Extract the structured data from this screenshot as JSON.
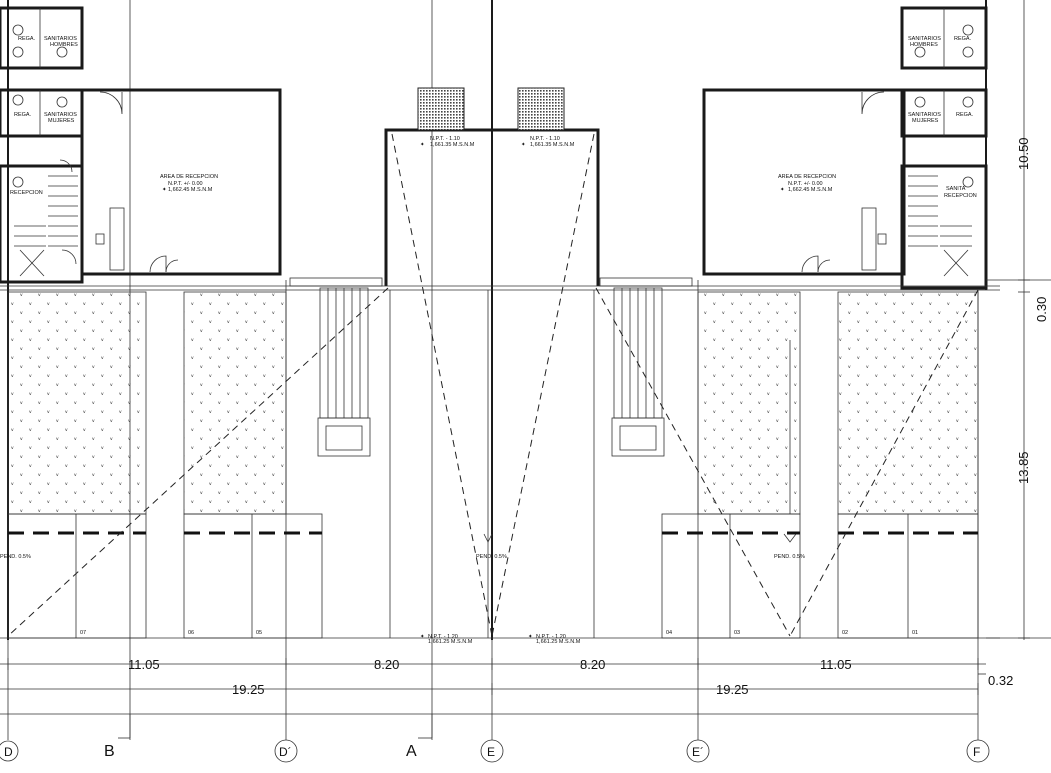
{
  "rooms": {
    "reception_left": {
      "title": "AREA DE RECEPCION",
      "level": "N.P.T. +/- 0.00",
      "elevation": "1,662.45 M.S.N.M"
    },
    "reception_right": {
      "title": "AREA DE RECEPCION",
      "level": "N.P.T. +/- 0.00",
      "elevation": "1,662.45 M.S.N.M"
    }
  },
  "sanitary_labels": {
    "top_left_a": "REGA.",
    "top_left_b": "SANITARIOS",
    "top_left_c": "HOMBRES",
    "mid_left_a": "REGA.",
    "mid_left_b": "SANITARIOS",
    "mid_left_c": "MUJERES",
    "recep_left": "RECEPCION",
    "top_right_a": "SANITARIOS",
    "top_right_b": "HOMBRES",
    "top_right_c": "REGA.",
    "mid_right_a": "SANITARIOS",
    "mid_right_b": "MUJERES",
    "mid_right_c": "REGA.",
    "recep_right_a": "SANITA",
    "recep_right_b": "RECEPCION"
  },
  "levels": {
    "dock_left": {
      "level": "N.P.T. - 1.10",
      "elevation": "1,661.35 M.S.N.M"
    },
    "dock_right": {
      "level": "N.P.T. - 1.10",
      "elevation": "1,661.35 M.S.N.M"
    },
    "bottom_left": {
      "level": "N.P.T. - 1.20",
      "elevation": "1,661.25 M.S.N.M"
    },
    "bottom_right": {
      "level": "N.P.T. - 1.20",
      "elevation": "1,661.25 M.S.N.M"
    }
  },
  "slopes": {
    "left": "PEND. 0.5%",
    "center": "PEND. 0.5%",
    "right": "PEND. 0.5%"
  },
  "parking_numbers": [
    "07",
    "06",
    "05",
    "04",
    "03",
    "02",
    "01"
  ],
  "dimensions": {
    "row1": [
      "11.05",
      "8.20",
      "8.20",
      "11.05"
    ],
    "row2": [
      "19.25",
      "19.25"
    ],
    "offset": "0.32",
    "vertical": [
      "10.50",
      "0.30",
      "13.85"
    ]
  },
  "axes": [
    "D",
    "B",
    "D´",
    "A",
    "E",
    "E´",
    "F"
  ]
}
